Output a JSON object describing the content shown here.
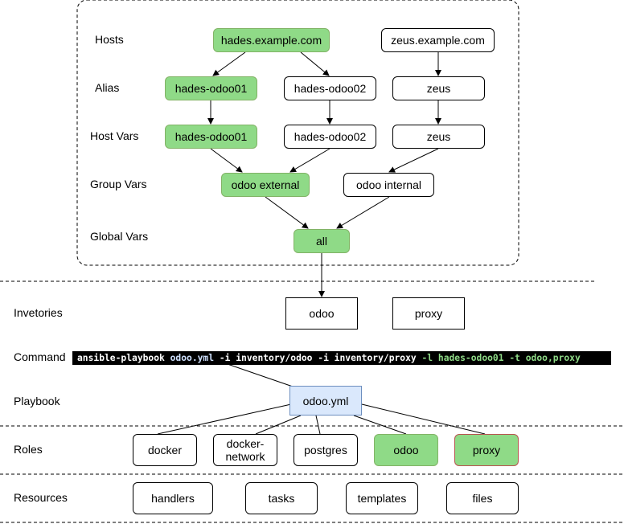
{
  "row_labels": {
    "hosts": "Hosts",
    "alias": "Alias",
    "host_vars": "Host Vars",
    "group_vars": "Group Vars",
    "global_vars": "Global Vars",
    "inventories": "Invetories",
    "command": "Command",
    "playbook": "Playbook",
    "roles": "Roles",
    "resources": "Resources"
  },
  "hosts": {
    "hades": "hades.example.com",
    "zeus": "zeus.example.com"
  },
  "alias": {
    "hades_odoo01": "hades-odoo01",
    "hades_odoo02": "hades-odoo02",
    "zeus": "zeus"
  },
  "host_vars": {
    "hades_odoo01": "hades-odoo01",
    "hades_odoo02": "hades-odoo02",
    "zeus": "zeus"
  },
  "group_vars": {
    "odoo_external": "odoo external",
    "odoo_internal": "odoo internal"
  },
  "global_vars": {
    "all": "all"
  },
  "inventories": {
    "odoo": "odoo",
    "proxy": "proxy"
  },
  "command": {
    "prefix": "ansible-playbook ",
    "playbook": "odoo.yml",
    "middle": " -i inventory/odoo -i inventory/proxy ",
    "limit_flag": "-l hades-odoo01",
    "space": " ",
    "tags_flag": "-t odoo,proxy"
  },
  "playbook": {
    "name": "odoo.yml"
  },
  "roles": {
    "docker": "docker",
    "docker_network": "docker-network",
    "postgres": "postgres",
    "odoo": "odoo",
    "proxy": "proxy"
  },
  "resources": {
    "handlers": "handlers",
    "tasks": "tasks",
    "templates": "templates",
    "files": "files"
  },
  "colors": {
    "highlight_fill": "#8fda87",
    "playbook_fill": "#dae8fc",
    "command_bg": "#000000"
  }
}
